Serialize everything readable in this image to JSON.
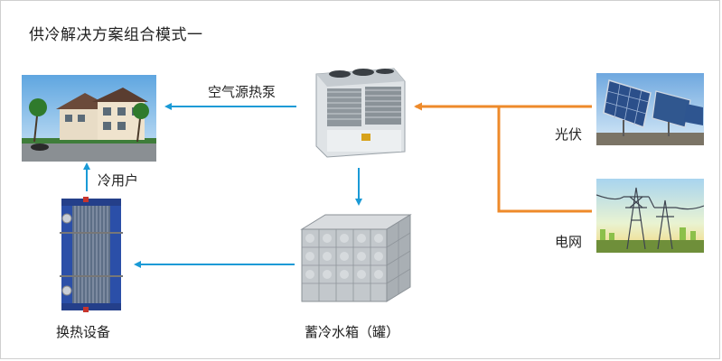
{
  "title": "供冷解决方案组合模式一",
  "nodes": {
    "cold_user": {
      "label": "冷用户"
    },
    "heat_pump": {
      "label": "空气源热泵"
    },
    "pv": {
      "label": "光伏"
    },
    "grid": {
      "label": "电网"
    },
    "tank": {
      "label": "蓄冷水箱（罐）"
    },
    "heat_exchanger": {
      "label": "换热设备"
    }
  },
  "colors": {
    "water_flow": "#1a9ad6",
    "power_flow": "#ee8a2a"
  }
}
